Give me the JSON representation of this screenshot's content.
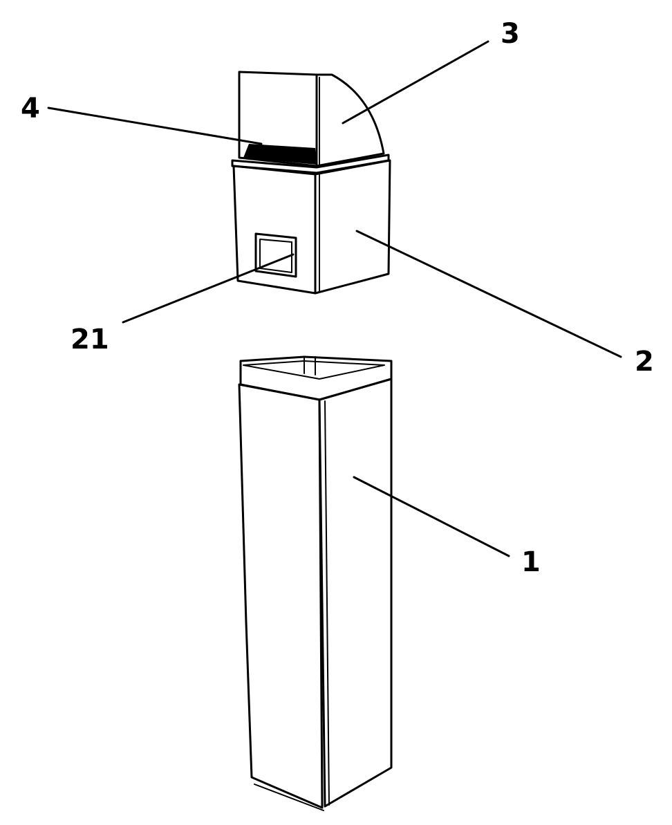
{
  "labels": {
    "part_1": "1",
    "part_2": "2",
    "part_3": "3",
    "part_4": "4",
    "part_21": "21"
  },
  "colors": {
    "line": "#000000",
    "background": "#ffffff"
  }
}
